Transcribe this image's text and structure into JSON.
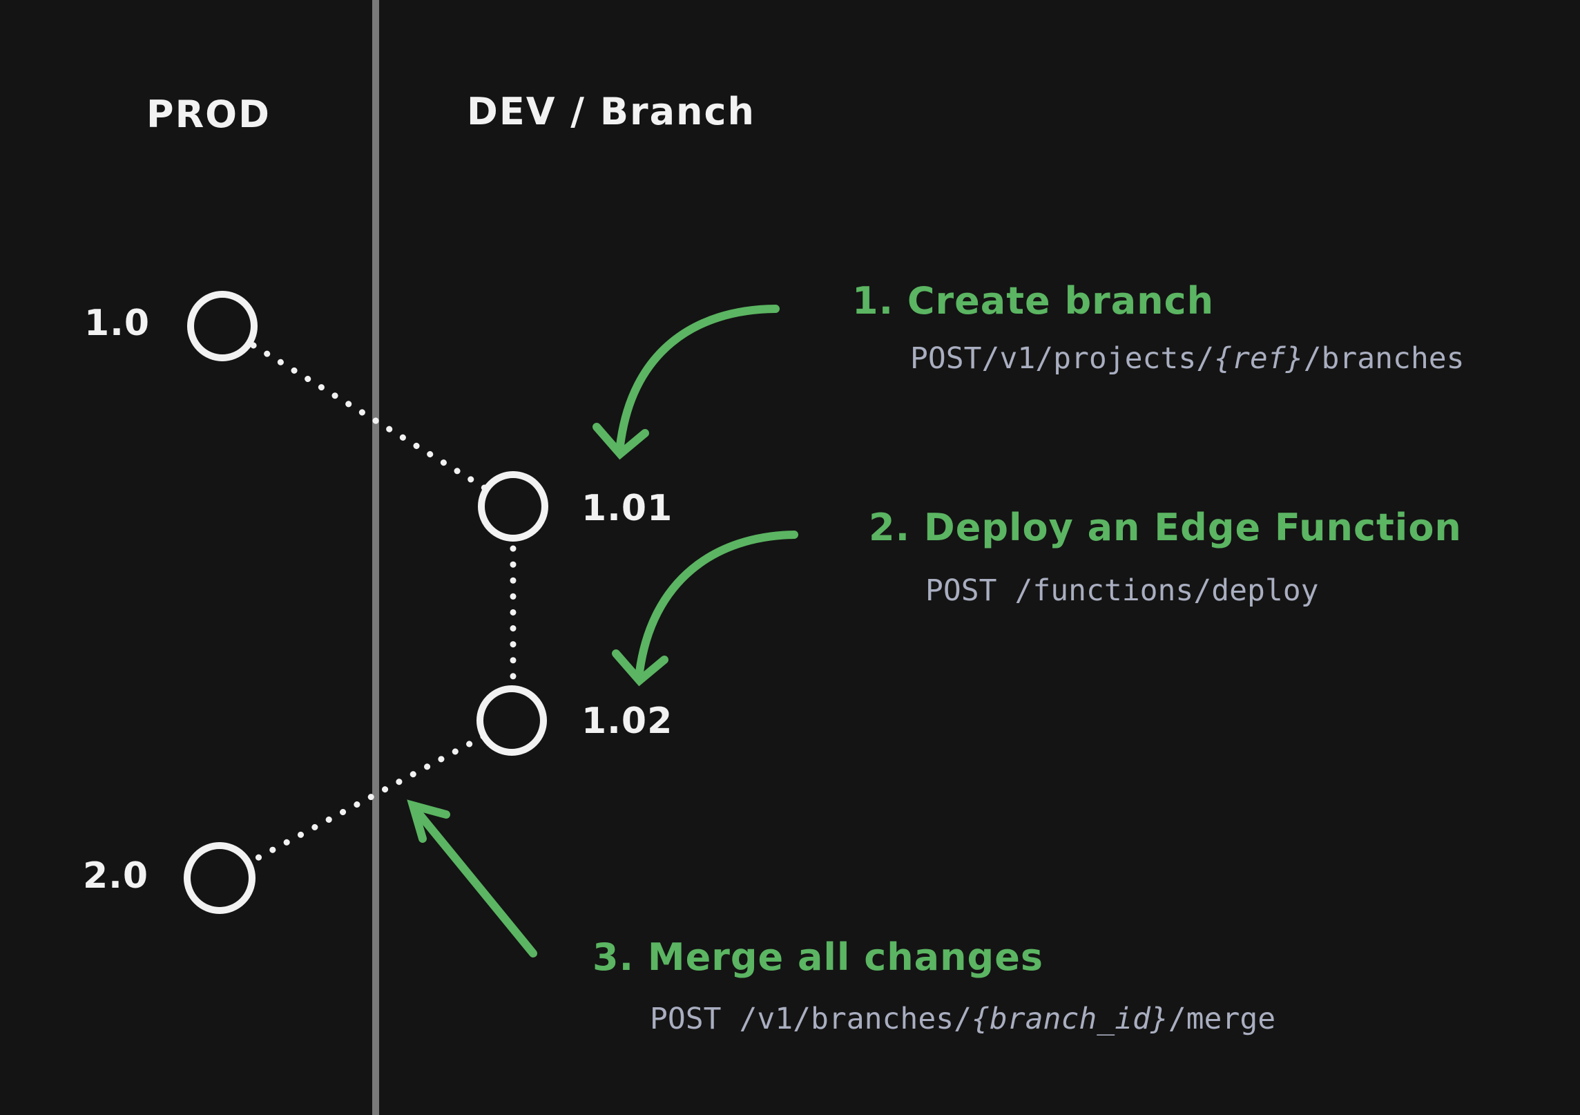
{
  "canvas": {
    "background": "#141414",
    "divider_color": "#7a7a7a",
    "accent_green": "#5bb562",
    "code_text_color": "#a9aec0",
    "node_color": "#f2f2f2"
  },
  "columns": {
    "prod_label": "PROD",
    "dev_label": "DEV / Branch"
  },
  "nodes": [
    {
      "label": "1.0",
      "column": "prod"
    },
    {
      "label": "1.01",
      "column": "dev"
    },
    {
      "label": "1.02",
      "column": "dev"
    },
    {
      "label": "2.0",
      "column": "prod"
    }
  ],
  "annotations": [
    {
      "step": "1. Create branch",
      "code": {
        "pre": "POST/v1/projects/",
        "var": "{ref}",
        "post": "/branches"
      }
    },
    {
      "step": "2. Deploy an Edge Function",
      "code": {
        "pre": "POST /functions/deploy",
        "var": "",
        "post": ""
      }
    },
    {
      "step": "3. Merge all changes",
      "code": {
        "pre": "POST /v1/branches/",
        "var": "{branch_id}",
        "post": "/merge"
      }
    }
  ]
}
